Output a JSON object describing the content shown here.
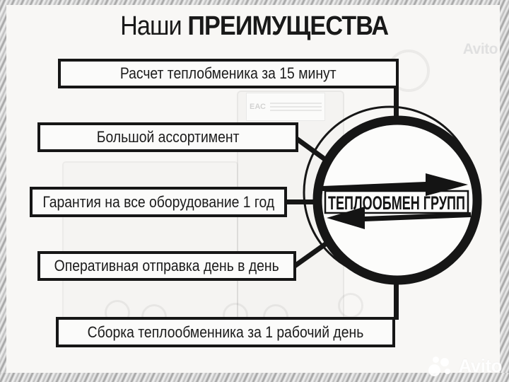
{
  "title": {
    "regular": "Наши",
    "bold": "ПРЕИМУЩЕСТВА"
  },
  "advantages": [
    {
      "label": "Расчет теплобменика за 15 минут"
    },
    {
      "label": "Большой ассортимент"
    },
    {
      "label": "Гарантия на все оборудование 1 год"
    },
    {
      "label": "Оперативная отправка день в день"
    },
    {
      "label": "Сборка теплообменника за 1 рабочий день"
    }
  ],
  "logo": {
    "text": "ТЕПЛООБМЕН ГРУПП"
  },
  "watermarks": {
    "top": "Avito",
    "bottom": "Avito"
  },
  "background": {
    "cert_label": "ЕАС"
  },
  "colors": {
    "ink": "#161616",
    "paper": "#f8f7f5",
    "watermark": "#e0e0e0"
  }
}
